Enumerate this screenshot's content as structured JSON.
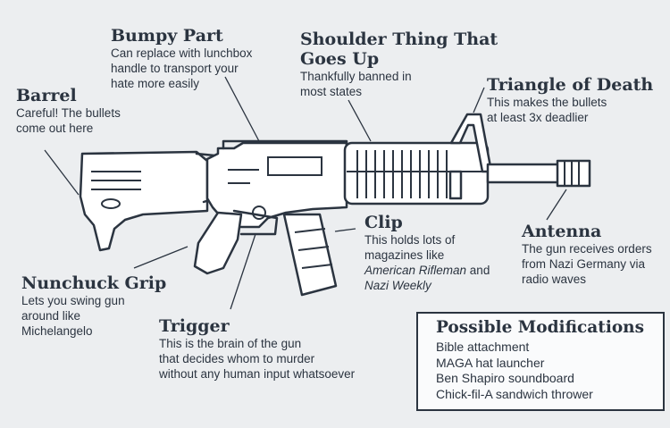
{
  "labels": {
    "bumpy": {
      "title": "Bumpy Part",
      "desc": "Can replace with lunchbox\nhandle to transport your\nhate more easily"
    },
    "shoulder": {
      "title": "Shoulder Thing That\nGoes Up",
      "desc": "Thankfully banned in\nmost states"
    },
    "triangle": {
      "title": "Triangle of Death",
      "desc": "This makes the bullets\nat least 3x deadlier"
    },
    "barrel": {
      "title": "Barrel",
      "desc": "Careful! The bullets\ncome out here"
    },
    "clip": {
      "title": "Clip",
      "desc_1": "This holds lots of\nmagazines like",
      "desc_2": "American Rifleman",
      "desc_3": " and",
      "desc_4": "Nazi Weekly"
    },
    "antenna": {
      "title": "Antenna",
      "desc": "The gun receives orders\nfrom Nazi Germany via\nradio waves"
    },
    "grip": {
      "title": "Nunchuck Grip",
      "desc": "Lets you swing gun\naround like\nMichelangelo"
    },
    "trigger": {
      "title": "Trigger",
      "desc": "This is the brain of the gun\nthat decides whom to murder\nwithout any human input whatsoever"
    }
  },
  "modifications": {
    "title": "Possible Modifications",
    "items": [
      "Bible attachment",
      "MAGA hat launcher",
      "Ben Shapiro soundboard",
      "Chick-fil-A sandwich thrower"
    ]
  },
  "colors": {
    "background": "#eceef0",
    "ink": "#2b3440",
    "fill": "#ffffff"
  }
}
